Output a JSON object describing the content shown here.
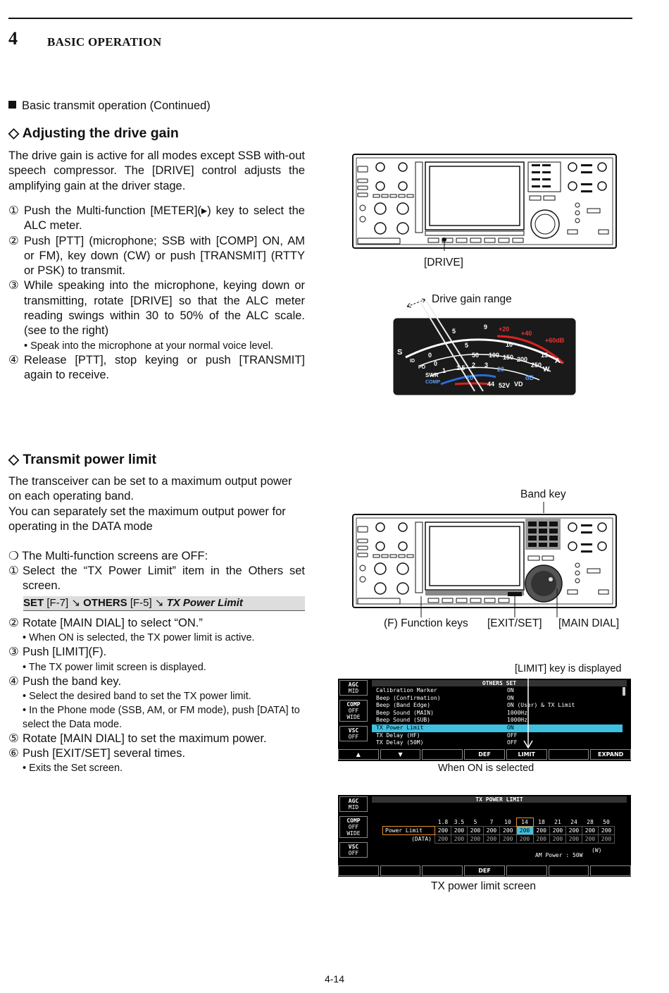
{
  "header": {
    "chapter_number": "4",
    "chapter_title": "BASIC OPERATION"
  },
  "section_intro": "Basic transmit operation (Continued)",
  "drive_gain": {
    "heading": "Adjusting the drive gain",
    "intro": "The drive gain is active for all modes except SSB with-out speech compressor. The [DRIVE] control adjusts the amplifying gain at the driver stage.",
    "steps": [
      {
        "marker": "①",
        "text": "Push the Multi-function [METER](▸) key to select the ALC meter."
      },
      {
        "marker": "②",
        "text": "Push [PTT] (microphone; SSB with [COMP] ON, AM or FM), key down (CW) or push [TRANSMIT] (RTTY or PSK) to transmit."
      },
      {
        "marker": "③",
        "text": "While speaking into the microphone, keying down or transmitting, rotate [DRIVE] so that the ALC meter reading swings within 30 to 50% of the ALC scale. (see to the right)"
      },
      {
        "marker": "④",
        "text": "Release [PTT], stop keying or push [TRANSMIT] again to receive."
      }
    ],
    "note": "• Speak into the microphone at your normal voice level.",
    "fig_drive_label": "[DRIVE]",
    "fig_range_label": "Drive gain range"
  },
  "meter": {
    "s_marks": [
      "S",
      "5",
      "9",
      "+20",
      "+40",
      "+60dB"
    ],
    "po_marks": [
      "0",
      "5",
      "50",
      "100",
      "150",
      "200",
      "250"
    ],
    "id_marks": [
      "0",
      "10",
      "15",
      "A"
    ],
    "swr_marks": [
      "1",
      "1.5",
      "2",
      "3"
    ],
    "comp_marks": [
      "10",
      "20",
      "dB"
    ],
    "vd_marks": [
      "44",
      "52V",
      "VD"
    ],
    "scale_labels": [
      "ID",
      "PO",
      "SWR",
      "COMP",
      "W"
    ]
  },
  "tx_limit": {
    "heading": "Transmit power limit",
    "intro1": "The transceiver can be set to a maximum output power on each operating band.",
    "intro2": "You can separately set the maximum output power for operating in the DATA mode",
    "multi_off": "The Multi-function screens are OFF:",
    "step1": "Select the “TX Power Limit” item in the Others set screen.",
    "setbar": {
      "set": "SET",
      "f7": "[F-7]",
      "arrow": "↘",
      "others": "OTHERS",
      "f5": "[F-5]",
      "item": "TX Power Limit"
    },
    "step2": "Rotate [MAIN DIAL] to select “ON.”",
    "step2_note": "• When ON is selected, the TX power limit is active.",
    "step3": "Push [LIMIT](F).",
    "step3_note": "• The TX power limit screen is displayed.",
    "step4": "Push the band key.",
    "step4_note1": "• Select the desired band to set the TX power limit.",
    "step4_note2": "• In the Phone mode (SSB, AM, or FM mode), push [DATA] to select the Data mode.",
    "step5": "Rotate [MAIN DIAL] to set the maximum power.",
    "step6": "Push [EXIT/SET] several times.",
    "step6_note": "• Exits the Set screen.",
    "markers": [
      "①",
      "②",
      "③",
      "④",
      "⑤",
      "⑥"
    ],
    "fig_band_key": "Band key",
    "fig_function_keys": "(F) Function keys",
    "fig_exit_set": "[EXIT/SET]",
    "fig_main_dial": "[MAIN DIAL]",
    "fig_limit_displayed": "[LIMIT] key is displayed",
    "fig_when_on": "When ON is selected",
    "fig_tx_screen": "TX power limit screen"
  },
  "side_panel": {
    "agc": "AGC",
    "agc_val": "MID",
    "comp": "COMP",
    "comp_v1": "OFF",
    "comp_v2": "WIDE",
    "vsc": "VSC",
    "vsc_val": "OFF"
  },
  "others_screen": {
    "title": "OTHERS  SET",
    "rows": [
      {
        "name": "Calibration Marker",
        "value": "ON"
      },
      {
        "name": "Beep (Confirmation)",
        "value": "ON"
      },
      {
        "name": "Beep (Band Edge)",
        "value": "ON (User) & TX Limit"
      },
      {
        "name": "Beep Sound (MAIN)",
        "value": "1000Hz"
      },
      {
        "name": "Beep Sound (SUB)",
        "value": "1000Hz"
      },
      {
        "name": "TX Power Limit",
        "value": "ON"
      },
      {
        "name": "TX Delay (HF)",
        "value": "OFF"
      },
      {
        "name": "TX Delay (50M)",
        "value": "OFF"
      }
    ],
    "keys": [
      "▲",
      "▼",
      "",
      "DEF",
      "LIMIT",
      "",
      "EXPAND"
    ]
  },
  "txlimit_screen": {
    "title": "TX POWER LIMIT",
    "bands": [
      "1.8",
      "3.5",
      "5",
      "7",
      "10",
      "14",
      "18",
      "21",
      "24",
      "28",
      "50"
    ],
    "row1_label": "Power Limit",
    "row1": [
      "200",
      "200",
      "200",
      "200",
      "200",
      "200",
      "200",
      "200",
      "200",
      "200",
      "200"
    ],
    "row2_label": "(DATA)",
    "row2": [
      "200",
      "200",
      "200",
      "200",
      "200",
      "200",
      "200",
      "200",
      "200",
      "200",
      "200"
    ],
    "am_power": "AM Power : 50W",
    "unit": "(W)",
    "keys": [
      "",
      "",
      "",
      "DEF",
      "",
      "",
      ""
    ]
  },
  "page_number": "4-14"
}
